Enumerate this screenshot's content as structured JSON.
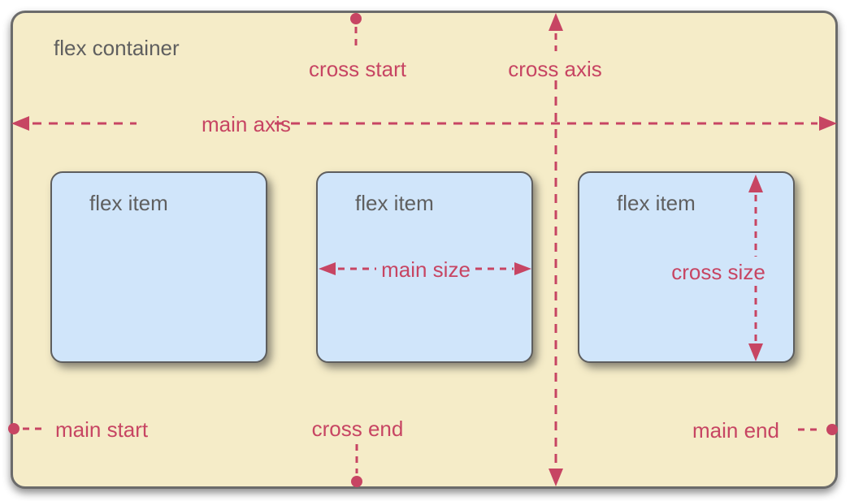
{
  "diagram": {
    "type": "flexbox-concepts",
    "container_label": "flex container",
    "items": [
      {
        "label": "flex item"
      },
      {
        "label": "flex item"
      },
      {
        "label": "flex item"
      }
    ],
    "annotations": {
      "main_axis": "main axis",
      "cross_axis": "cross axis",
      "cross_start": "cross start",
      "cross_end": "cross end",
      "main_start": "main start",
      "main_end": "main end",
      "main_size": "main size",
      "cross_size": "cross size"
    }
  },
  "colors": {
    "canvas_bg": "#ffffff",
    "container_bg": "#f5ecc8",
    "container_border": "#6b6b6b",
    "item_bg": "#d0e5fa",
    "item_border": "#5e5e5e",
    "accent": "#c74563",
    "label_gray": "#5f5f5f"
  }
}
